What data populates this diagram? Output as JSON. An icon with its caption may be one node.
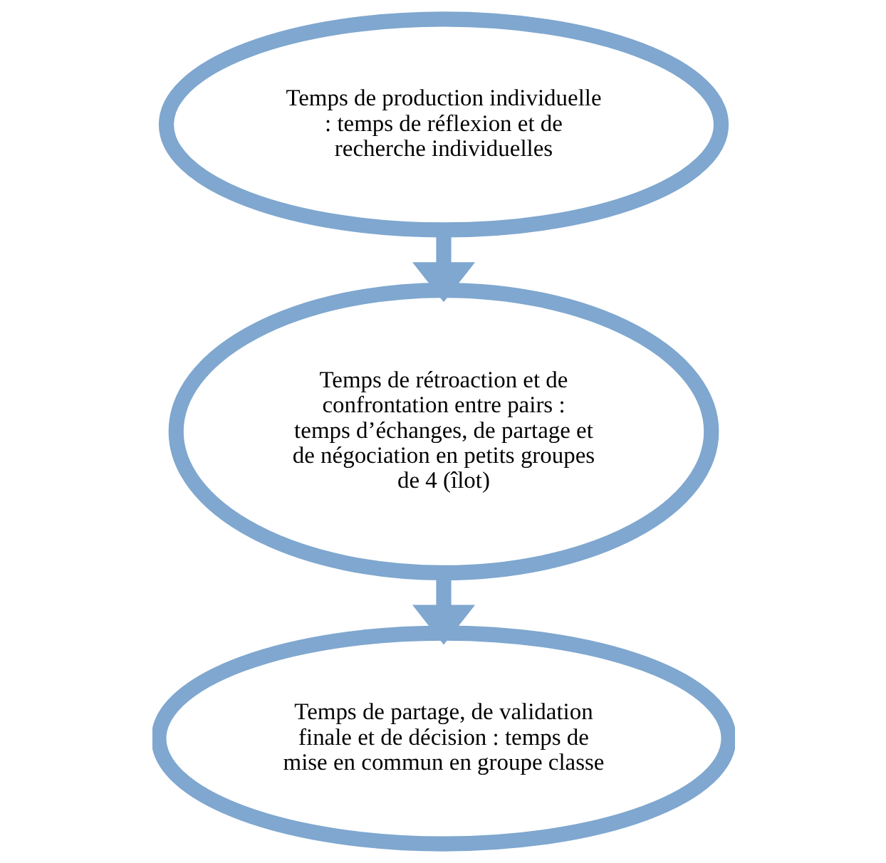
{
  "diagram": {
    "nodes": [
      {
        "text": [
          "Temps de production individuelle : temps de réflexion et de recherche individuelles"
        ]
      },
      {
        "text": [
          "Temps de rétroaction et de confrontation entre pairs : temps d’échanges, de partage et de négociation en petits groupes de 4 (îlot)"
        ]
      },
      {
        "text": [
          "Temps de partage, de validation finale et de décision : temps de mise en commun en groupe classe"
        ]
      }
    ],
    "edges": [
      {
        "from": 0,
        "to": 1,
        "arrow": "to"
      },
      {
        "from": 1,
        "to": 2,
        "arrow": "to"
      }
    ]
  }
}
